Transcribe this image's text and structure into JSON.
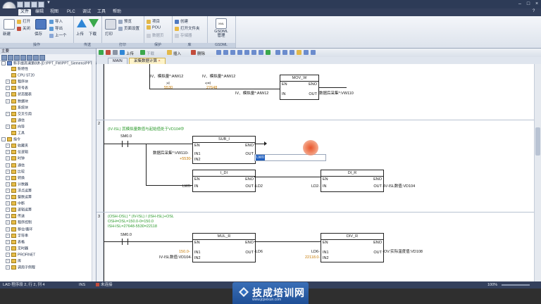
{
  "title_bar": {
    "title": "▼"
  },
  "menu": [
    "文件",
    "编辑",
    "视图",
    "PLC",
    "调试",
    "工具",
    "帮助"
  ],
  "ribbon": {
    "groups": [
      {
        "label": "操作",
        "buttons": [
          "新建",
          "打开",
          "关闭",
          "保存",
          "导入",
          "导出",
          "上一个"
        ]
      },
      {
        "label": "传送",
        "buttons": [
          "上传",
          "下载"
        ]
      },
      {
        "label": "打印",
        "buttons": [
          "打印",
          "预览",
          "页面设置"
        ]
      },
      {
        "label": "保护",
        "buttons": [
          "项目",
          "POU",
          "数据页"
        ]
      },
      {
        "label": "库",
        "buttons": [
          "创建",
          "打开文件夹",
          "存储器"
        ]
      },
      {
        "label": "GSDML",
        "buttons": [
          "GSDML管理"
        ]
      }
    ]
  },
  "left_panel": {
    "header": "主要",
    "project_path": "新手提高课第8讲-[D:\\PPT_FW\\PPT_Siemens\\PPT_S",
    "tree": [
      "新特性",
      "CPU ST20",
      "程序块",
      "符号表",
      "状态图表",
      "数据块",
      "系统块",
      "交叉引用",
      "通信",
      "向导",
      "工具",
      "指令",
      "收藏夹",
      "位逻辑",
      "时钟",
      "通信",
      "比较",
      "转换",
      "计数器",
      "浮点运算",
      "整数运算",
      "中断",
      "逻辑运算",
      "传送",
      "程序控制",
      "移位/循环",
      "字符串",
      "表格",
      "定时器",
      "PROFINET",
      "库",
      "调用子例程"
    ]
  },
  "editor": {
    "tabs": [
      "MAIN",
      "采集数据计算"
    ],
    "toolbar_labels": {
      "upload": "上传",
      "download": "下载",
      "insert": "插入",
      "delete": "删除"
    }
  },
  "ladder": {
    "top_network": {
      "labels": [
        "IV、模拟量*:AIW12",
        "IV、模拟量*:AIW12",
        "IV、模拟量*:AIW12"
      ],
      "cmp1": ">I",
      "cmp1_val": "5530",
      "cmp2": "<=I",
      "cmp2_val": "27648",
      "mov": "MOV_W",
      "mov_out": "数据后采集*:VW110",
      "en": "EN",
      "eno": "ENO",
      "in": "IN",
      "out": "OUT"
    },
    "network2": {
      "number": "2",
      "comment": "(IV-ISL) 其模拟量数值与起始值处于VD104中",
      "contact": "SM0.0",
      "sub": "SUB_I",
      "sub_in1": "数据后采集*:VW110-",
      "sub_in2": "+5530-",
      "sub_out_value": "LW0",
      "ldi": "I_DI",
      "ldi_in": "LW0-",
      "ldi_out": "-LD2",
      "dir": "DI_R",
      "dir_in": "LD2-",
      "dir_out": "-IV-ISL数值:VD104"
    },
    "network3": {
      "number": "3",
      "comment_lines": [
        "(OSH-OSL) * (IV-ISL) / (ISH-ISL)+OSL",
        "OSH=OSL=150.0-0=150.0",
        "ISH-ISL=27648-5530=22118"
      ],
      "contact": "SM0.0",
      "mul": "MUL_R",
      "mul_in1": "150.0-",
      "mul_in2": "IV-ISL数值:VD104-",
      "mul_out": "-LD6",
      "div": "DIV_R",
      "div_in1": "LD6-",
      "div_in2": "22118.0-",
      "div_out": "-OV:实际温度值:VD108"
    }
  },
  "status_bar": {
    "position": "LAD 程序段 2, 行 2, 列 4",
    "mode": "INS",
    "connection": "未连接",
    "zoom": "100%"
  },
  "footer": {
    "brand": "技成培训网",
    "url": "www.jcpeixun.com"
  }
}
